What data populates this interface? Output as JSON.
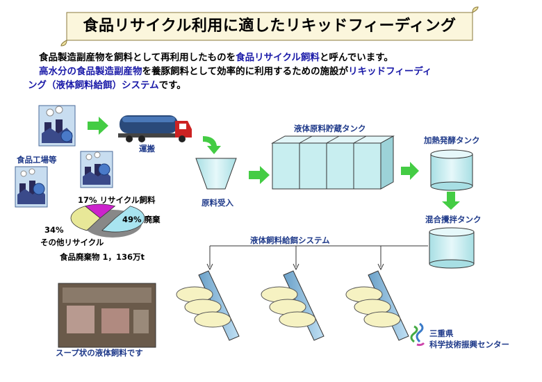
{
  "title": "食品リサイクル利用に適したリキッドフィーディング",
  "intro": {
    "line1_a": "食品製造副産物を飼料として再利用したものを",
    "line1_b": "食品リサイクル飼料",
    "line1_c": "と呼んでいます。",
    "line2_a": "高水分の食品製造副産物",
    "line2_b": "を養豚飼料として効率的に利用するための施設が",
    "line2_c": "リキッドフィーディ",
    "line3_a": "ング（液体飼料給餌）システム",
    "line3_b": "です。"
  },
  "labels": {
    "transport": "運搬",
    "factory": "食品工場等",
    "intake": "原料受入",
    "storage_tank": "液体原料貯蔵タンク",
    "heating_tank": "加熱発酵タンク",
    "mixing_tank": "混合攪拌タンク",
    "feeding_system": "液体飼料給餌システム",
    "photo_caption": "スープ状の液体飼料です",
    "org_line1": "三重県",
    "org_line2": "科学技術振興センター"
  },
  "pie": {
    "label_recycle_feed": "17%  リサイクル飼料",
    "label_waste": "49%  廃棄",
    "label_other_pct": "34%",
    "label_other": "その他リサイクル",
    "label_total": "食品廃棄物    1，136万t",
    "slices": [
      {
        "name": "リサイクル飼料",
        "percent": 17,
        "color": "#cc22cc"
      },
      {
        "name": "廃棄",
        "percent": 49,
        "color": "#a8e4f0"
      },
      {
        "name": "その他リサイクル",
        "percent": 34,
        "color": "#e8e898"
      }
    ]
  },
  "colors": {
    "accent_blue": "#1a1aa8",
    "arrow_green": "#44cc44",
    "tank_fill": "#c8eef0",
    "title_scroll": "#fbf6dc"
  }
}
